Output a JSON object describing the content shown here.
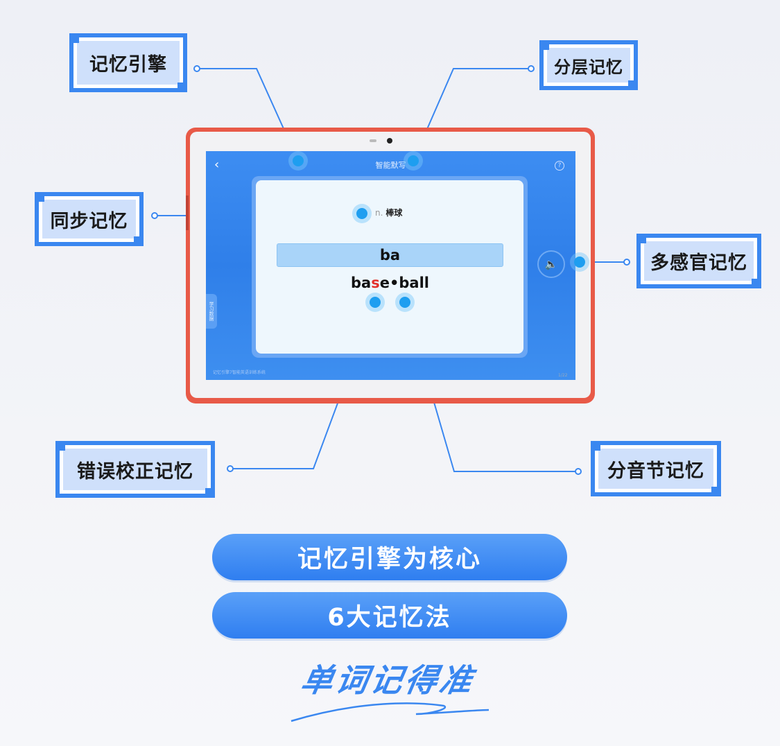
{
  "callouts": {
    "memory_engine": "记忆引擎",
    "layered_memory": "分层记忆",
    "sync_memory": "同步记忆",
    "multisensory_memory": "多感官记忆",
    "error_correction_memory": "错误校正记忆",
    "syllable_memory": "分音节记忆"
  },
  "tablet": {
    "screen_title": "智能默写",
    "side_tab": "学习数据",
    "part_of_speech": "n.",
    "meaning": "棒球",
    "answer_input": "ba",
    "word_prefix": "ba",
    "word_highlight": "s",
    "word_suffix": "e•ball",
    "progress": "1/22",
    "footer": "记忆引擎7智能英语训练系统",
    "back_icon": "back-arrow-icon",
    "help_icon": "question-icon",
    "speaker_icon": "speaker-icon"
  },
  "banners": {
    "core": "记忆引擎为核心",
    "methods": "6大记忆法"
  },
  "slogan": "单词记得准",
  "colors": {
    "accent": "#3a87f0",
    "callout_fill": "#cfe0fb",
    "tablet_case": "#e85a48",
    "highlight_letter": "#e3312c"
  }
}
